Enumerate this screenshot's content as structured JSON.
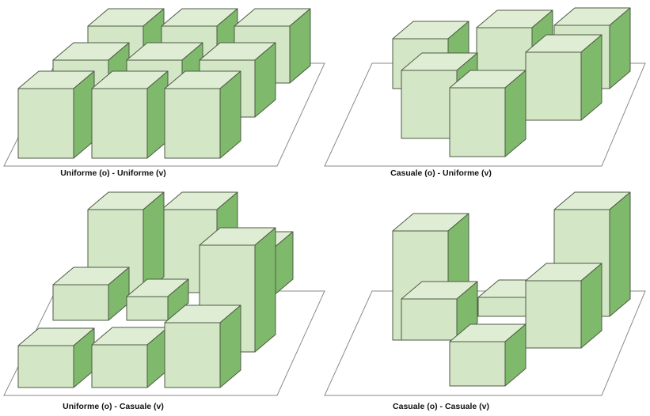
{
  "colors": {
    "background": "#ffffff",
    "plate_fill": "#ffffff",
    "box_front": "#d3e6c6",
    "box_top": "#deedd3",
    "box_side": "#7fb96b",
    "edge": "#4d5b44"
  },
  "panels": [
    {
      "caption": "Uniforme (o) - Uniforme (v)",
      "arrangement": "uniform-grid",
      "height_pattern": "uniform"
    },
    {
      "caption": "Casuale (o) - Uniforme (v)",
      "arrangement": "random",
      "height_pattern": "uniform"
    },
    {
      "caption": "Uniforme (o) - Casuale (v)",
      "arrangement": "uniform-grid",
      "height_pattern": "random"
    },
    {
      "caption": "Casuale (o) - Casuale (v)",
      "arrangement": "random",
      "height_pattern": "random"
    }
  ]
}
